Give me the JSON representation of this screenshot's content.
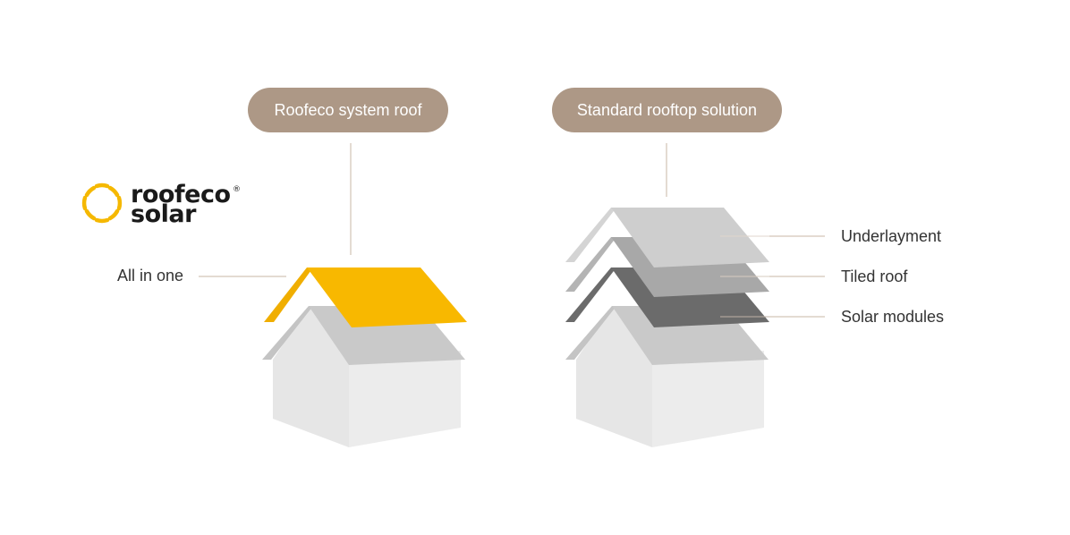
{
  "brand": {
    "name_line1": "roofeco",
    "name_line2": "solar",
    "registered_mark": "®",
    "logo_color": "#f5b800"
  },
  "headers": {
    "left": "Roofeco system roof",
    "right": "Standard rooftop solution"
  },
  "labels": {
    "all_in_one": "All in one",
    "underlayment": "Underlayment",
    "tiled_roof": "Tiled roof",
    "solar_modules": "Solar modules"
  },
  "colors": {
    "pill": "#ad9886",
    "roofeco_roof": "#f8b800",
    "underlayment": "#cecece",
    "tiled_roof": "#a8a8a8",
    "solar_modules": "#6b6b6b",
    "house_roof": "#c9c9c9",
    "house_wall_front": "#e6e6e6",
    "house_wall_side": "#d9d9d9",
    "connector_line": "#c9b7a6"
  },
  "icons": {
    "logo": "sun-icon"
  }
}
